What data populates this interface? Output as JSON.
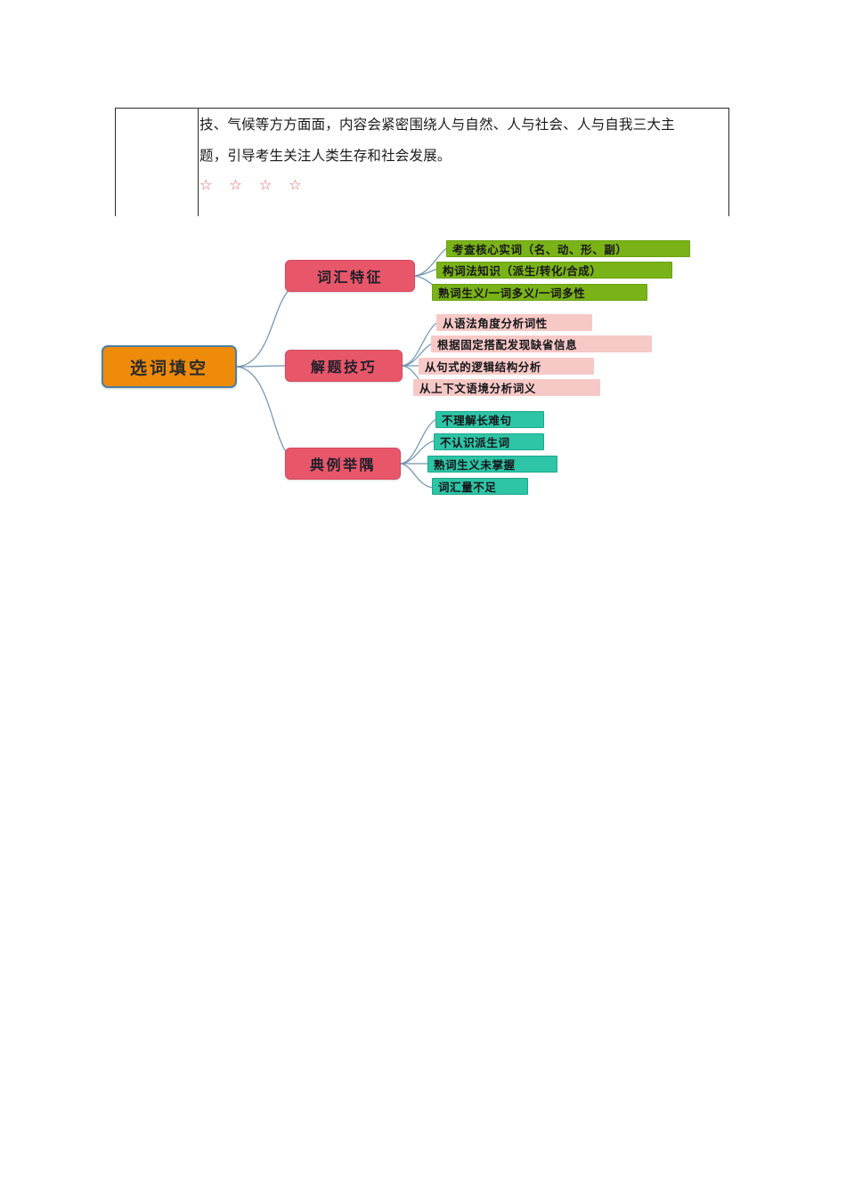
{
  "document": {
    "table": {
      "left_cell": "",
      "right_cell": {
        "line1": "技、气候等方方面面，内容会紧密围绕人与自然、人与社会、人与自我三大主",
        "line2": "题，引导考生关注人类生存和社会发展。",
        "stars": "☆ ☆ ☆ ☆"
      }
    }
  },
  "mindmap": {
    "center": {
      "label": "选词填空",
      "fill": "#ef8b0a",
      "border": "#4b7fa3"
    },
    "connector_color": "#6f93ae",
    "branches": [
      {
        "label": "词汇特征",
        "fill": "#e8566a",
        "leaf_fill": "#7ab317",
        "leaves": [
          "考查核心实词（名、动、形、副）",
          "构词法知识（派生/转化/合成）",
          "熟词生义/一词多义/一词多性"
        ]
      },
      {
        "label": "解题技巧",
        "fill": "#e8566a",
        "leaf_fill": "#f7c9c6",
        "leaves": [
          "从语法角度分析词性",
          "根据固定搭配发现缺省信息",
          "从句式的逻辑结构分析",
          "从上下文语境分析词义"
        ]
      },
      {
        "label": "典例举隅",
        "fill": "#e8566a",
        "leaf_fill": "#2ec4a6",
        "leaves": [
          "不理解长难句",
          "不认识派生词",
          "熟词生义未掌握",
          "词汇量不足"
        ]
      }
    ]
  }
}
